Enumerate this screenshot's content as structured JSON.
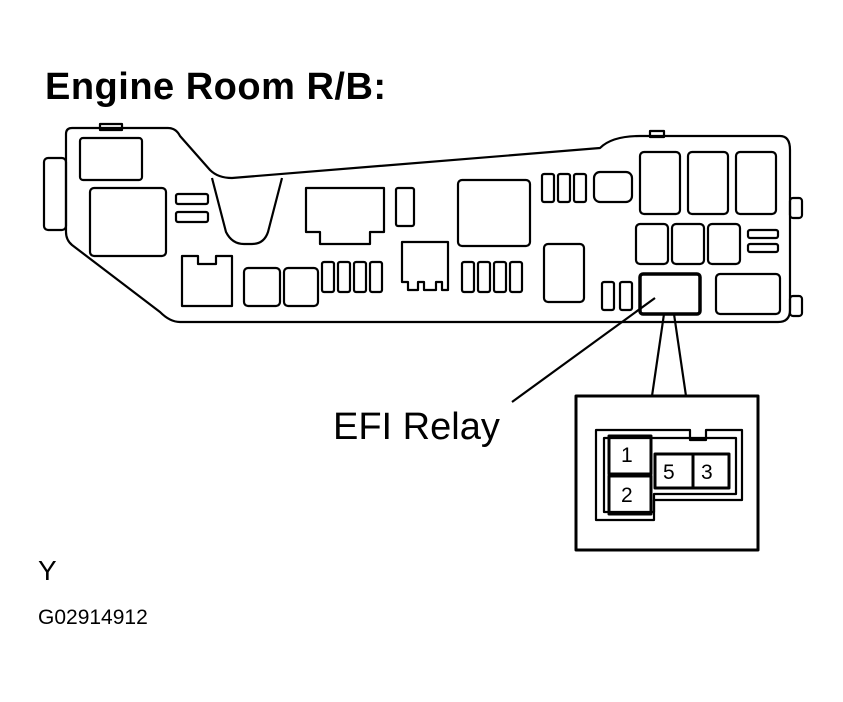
{
  "title": "Engine Room R/B:",
  "callout_label": "EFI Relay",
  "connector": {
    "pins": [
      {
        "number": "1"
      },
      {
        "number": "2"
      },
      {
        "number": "5"
      },
      {
        "number": "3"
      }
    ]
  },
  "footer": {
    "mark": "Y",
    "code": "G02914912"
  }
}
